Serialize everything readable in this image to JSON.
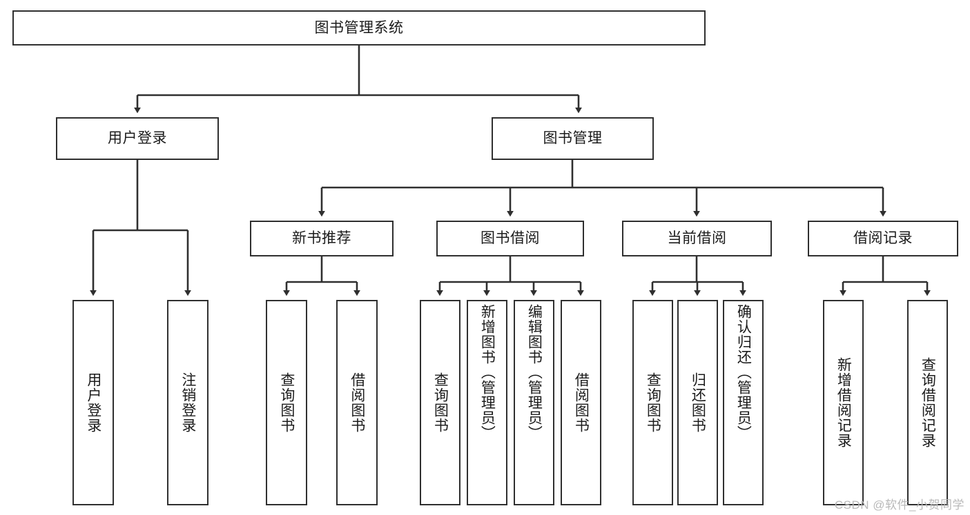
{
  "diagram": {
    "title": "图书管理系统",
    "type": "tree-hierarchy",
    "watermark": "CSDN @软件_小贺同学",
    "colors": {
      "box_border": "#2f2f2f",
      "box_fill": "#ffffff",
      "connector": "#2f2f2f",
      "text": "#1b1b1b",
      "watermark": "#b9b9b9"
    },
    "nodes": {
      "root": {
        "label": "图书管理系统"
      },
      "level2": [
        {
          "label": "用户登录"
        },
        {
          "label": "图书管理"
        }
      ],
      "level3": [
        {
          "label": "新书推荐"
        },
        {
          "label": "图书借阅"
        },
        {
          "label": "当前借阅"
        },
        {
          "label": "借阅记录"
        }
      ],
      "leaves_user_login": [
        {
          "label": "用户登录"
        },
        {
          "label": "注销登录"
        }
      ],
      "leaves_new_books": [
        {
          "label": "查询图书"
        },
        {
          "label": "借阅图书"
        }
      ],
      "leaves_borrow": [
        {
          "label": "查询图书"
        },
        {
          "label": "新增图书（管理员）"
        },
        {
          "label": "编辑图书（管理员）"
        },
        {
          "label": "借阅图书"
        }
      ],
      "leaves_current": [
        {
          "label": "查询图书"
        },
        {
          "label": "归还图书"
        },
        {
          "label": "确认归还（管理员）"
        }
      ],
      "leaves_records": [
        {
          "label": "新增借阅记录"
        },
        {
          "label": "查询借阅记录"
        }
      ]
    }
  }
}
